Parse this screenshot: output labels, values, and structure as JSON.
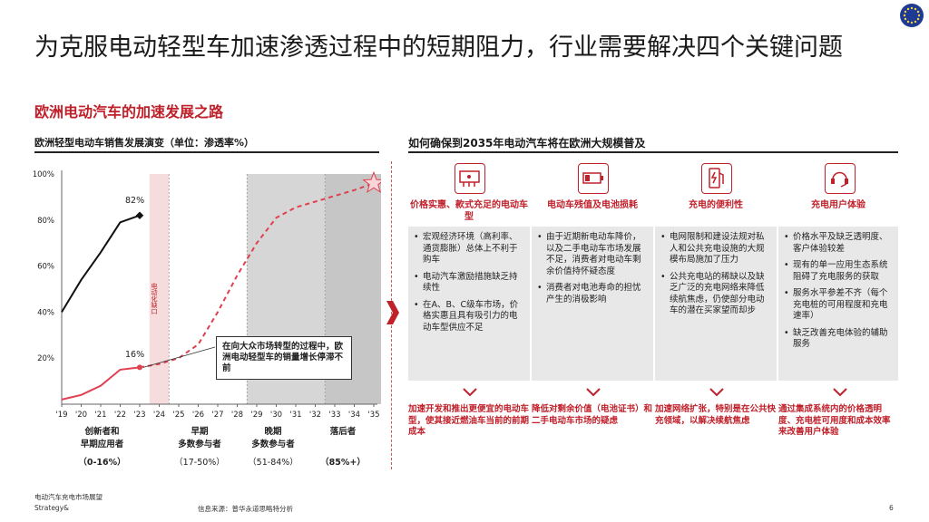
{
  "page": {
    "title": "为克服电动轻型车加速渗透过程中的短期阻力，行业需要解决四个关键问题",
    "subtitle": "欧洲电动汽车的加速发展之路",
    "footer_left_line1": "电动汽车充电市场展望",
    "footer_left_line2": "Strategy&",
    "footer_source": "信息来源：普华永道思略特分析",
    "page_number": "6"
  },
  "left_panel": {
    "title": "欧洲轻型电动车销售发展演变（单位：渗透率%）",
    "vertical_label": "电动化缺口",
    "label_82": "82%",
    "label_16": "16%",
    "callout": "在向大众市场转型的过程中，欧洲电动轻型车的销量增长停滞不前",
    "stages": [
      {
        "name_line1": "创新者和",
        "name_line2": "早期应用者",
        "range": "（0-16%）"
      },
      {
        "name_line1": "早期",
        "name_line2": "多数参与者",
        "range": "（17-50%）"
      },
      {
        "name_line1": "晚期",
        "name_line2": "多数参与者",
        "range": "（51-84%）"
      },
      {
        "name_line1": "落后者",
        "name_line2": "",
        "range": "（85%+）"
      }
    ]
  },
  "chart_data": {
    "type": "line",
    "xlabel": "",
    "ylabel": "",
    "x_ticks": [
      "'19",
      "'20",
      "'21",
      "'22",
      "'23",
      "'24",
      "'25",
      "'26",
      "'27",
      "'28",
      "'29",
      "'30",
      "'31",
      "'32",
      "'33",
      "'34",
      "'35"
    ],
    "y_ticks": [
      "20%",
      "40%",
      "60%",
      "80%",
      "100%"
    ],
    "ylim": [
      0,
      100
    ],
    "series": [
      {
        "style": "solid",
        "color": "#111111",
        "points": [
          [
            2019,
            40
          ],
          [
            2020,
            54
          ],
          [
            2021,
            66
          ],
          [
            2022,
            79
          ],
          [
            2023,
            82
          ]
        ]
      },
      {
        "style": "solid",
        "color": "#e04050",
        "points": [
          [
            2019,
            2
          ],
          [
            2020,
            4
          ],
          [
            2021,
            8
          ],
          [
            2022,
            15
          ],
          [
            2023,
            16
          ]
        ]
      },
      {
        "style": "dashed",
        "color": "#e04050",
        "points": [
          [
            2023,
            16
          ],
          [
            2024,
            17.5
          ],
          [
            2025,
            20
          ],
          [
            2026,
            26
          ],
          [
            2027,
            40
          ],
          [
            2028,
            56
          ],
          [
            2029,
            70
          ],
          [
            2030,
            81
          ],
          [
            2031,
            85.5
          ],
          [
            2032,
            88
          ],
          [
            2033,
            90.5
          ],
          [
            2034,
            93
          ],
          [
            2035,
            96
          ]
        ]
      }
    ],
    "bands": [
      {
        "from": 2023.5,
        "to": 2024.5,
        "color": "#f6dcdc"
      },
      {
        "from": 2028.5,
        "to": 2032.5,
        "color": "#d6d6d6"
      },
      {
        "from": 2032.5,
        "to": 2035.5,
        "color": "#c6c6c6"
      }
    ]
  },
  "right_panel": {
    "title": "如何确保到2035年电动汽车将在欧洲大规模普及",
    "columns": [
      {
        "icon": "price-tag-icon",
        "head": "价格实惠、款式充足的电动车型",
        "bullets": [
          "宏观经济环境（高利率、通货膨胀）总体上不利于购车",
          "电动汽车激励措施缺乏持续性",
          "在A、B、C级车市场，价格实惠且具有吸引力的电动车型供应不足"
        ],
        "foot": "加速开发和推出更便宜的电动车型，使其接近燃油车当前的前期成本"
      },
      {
        "icon": "battery-icon",
        "head": "电动车残值及电池损耗",
        "bullets": [
          "由于近期新电动车降价，以及二手电动车市场发展不足，消费者对电动车剩余价值持怀疑态度",
          "消费者对电池寿命的担忧产生的消极影响"
        ],
        "foot": "降低对剩余价值（电池证书）和二手电动车市场的疑虑"
      },
      {
        "icon": "charger-icon",
        "head": "充电的便利性",
        "bullets": [
          "电网限制和建设法规对私人和公共充电设施的大规模布局施加了压力",
          "公共充电站的稀缺以及缺乏广泛的充电网络来降低续航焦虑，仍使部分电动车的潜在买家望而却步"
        ],
        "foot": "加速网络扩张，特别是在公共快充领域，以解决续航焦虑"
      },
      {
        "icon": "support-icon",
        "head": "充电用户体验",
        "bullets": [
          "价格水平及缺乏透明度、客户体验较差",
          "现有的单一应用生态系统阻碍了充电服务的获取",
          "服务水平参差不齐（每个充电桩的可用程度和充电速率）",
          "缺乏改善充电体验的辅助服务"
        ],
        "foot": "通过集成系统内的价格透明度、充电桩可用度和成本效率来改善用户体验"
      }
    ]
  }
}
